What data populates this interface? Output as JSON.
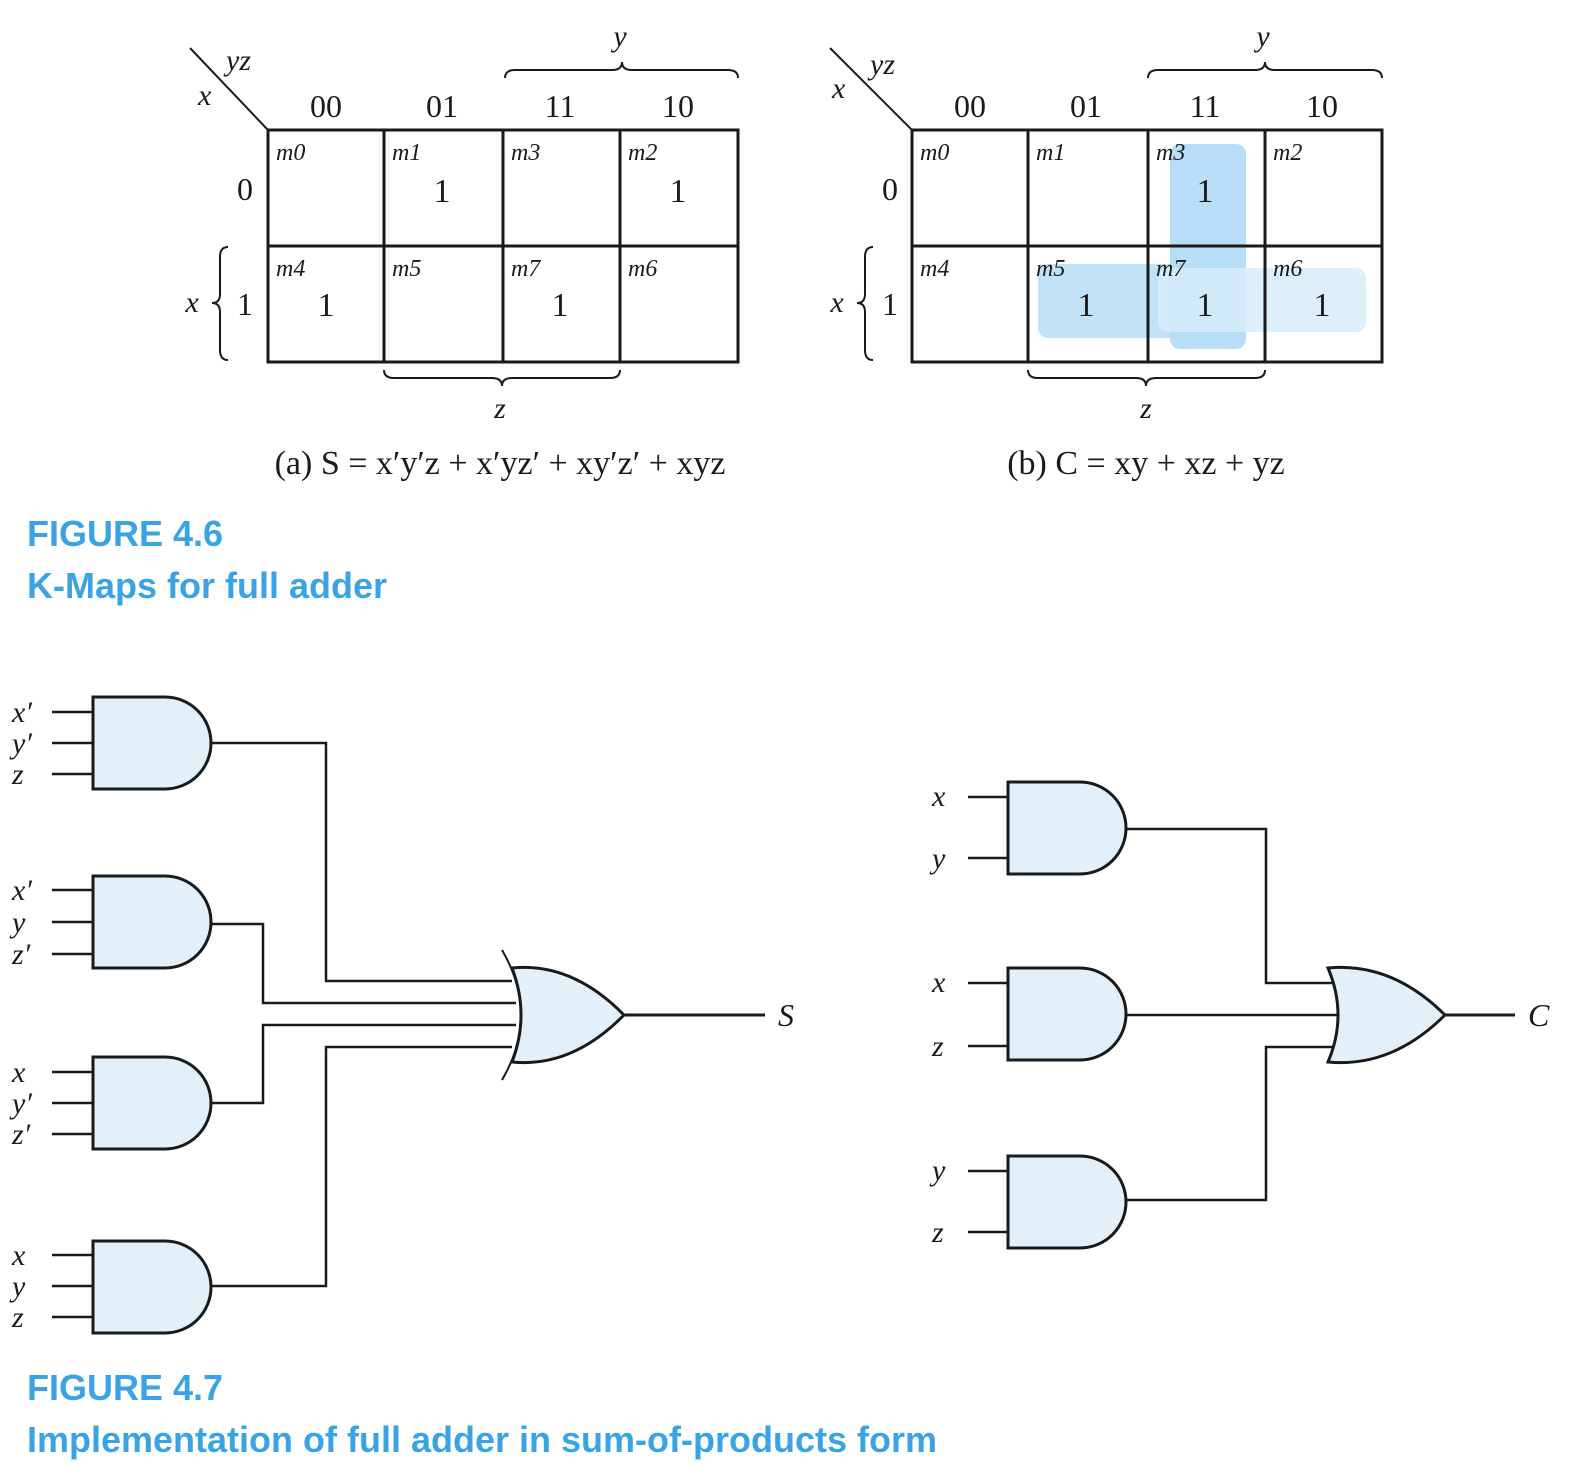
{
  "figure46": {
    "caption_num": "FIGURE 4.6",
    "caption_text": "K-Maps for full adder",
    "map_a": {
      "corner_col": "yz",
      "corner_row": "x",
      "col_headers": [
        "00",
        "01",
        "11",
        "10"
      ],
      "row_headers": [
        "0",
        "1"
      ],
      "minterms": [
        [
          "m0",
          "m1",
          "m3",
          "m2"
        ],
        [
          "m4",
          "m5",
          "m7",
          "m6"
        ]
      ],
      "values": [
        [
          "",
          "1",
          "",
          "1"
        ],
        [
          "1",
          "",
          "1",
          ""
        ]
      ],
      "brace_y": "y",
      "brace_x": "x",
      "brace_z": "z",
      "label": "(a) S = x′y′z + x′yz′ + xy′z′ + xyz"
    },
    "map_b": {
      "corner_col": "yz",
      "corner_row": "x",
      "col_headers": [
        "00",
        "01",
        "11",
        "10"
      ],
      "row_headers": [
        "0",
        "1"
      ],
      "minterms": [
        [
          "m0",
          "m1",
          "m3",
          "m2"
        ],
        [
          "m4",
          "m5",
          "m7",
          "m6"
        ]
      ],
      "values": [
        [
          "",
          "",
          "1",
          ""
        ],
        [
          "",
          "1",
          "1",
          "1"
        ]
      ],
      "brace_y": "y",
      "brace_x": "x",
      "brace_z": "z",
      "label": "(b) C = xy + xz + yz"
    },
    "highlight_color": "#b3dcf5"
  },
  "figure47": {
    "caption_num": "FIGURE 4.7",
    "caption_text": "Implementation of full adder in sum-of-products form",
    "sum_circuit": {
      "gates": [
        {
          "inputs": [
            "x′",
            "y′",
            "z"
          ]
        },
        {
          "inputs": [
            "x′",
            "y",
            "z′"
          ]
        },
        {
          "inputs": [
            "x",
            "y′",
            "z′"
          ]
        },
        {
          "inputs": [
            "x",
            "y",
            "z"
          ]
        }
      ],
      "output": "S"
    },
    "carry_circuit": {
      "gates": [
        {
          "inputs": [
            "x",
            "y"
          ]
        },
        {
          "inputs": [
            "x",
            "z"
          ]
        },
        {
          "inputs": [
            "y",
            "z"
          ]
        }
      ],
      "output": "C"
    },
    "gate_fill": "#e3f0fa"
  }
}
